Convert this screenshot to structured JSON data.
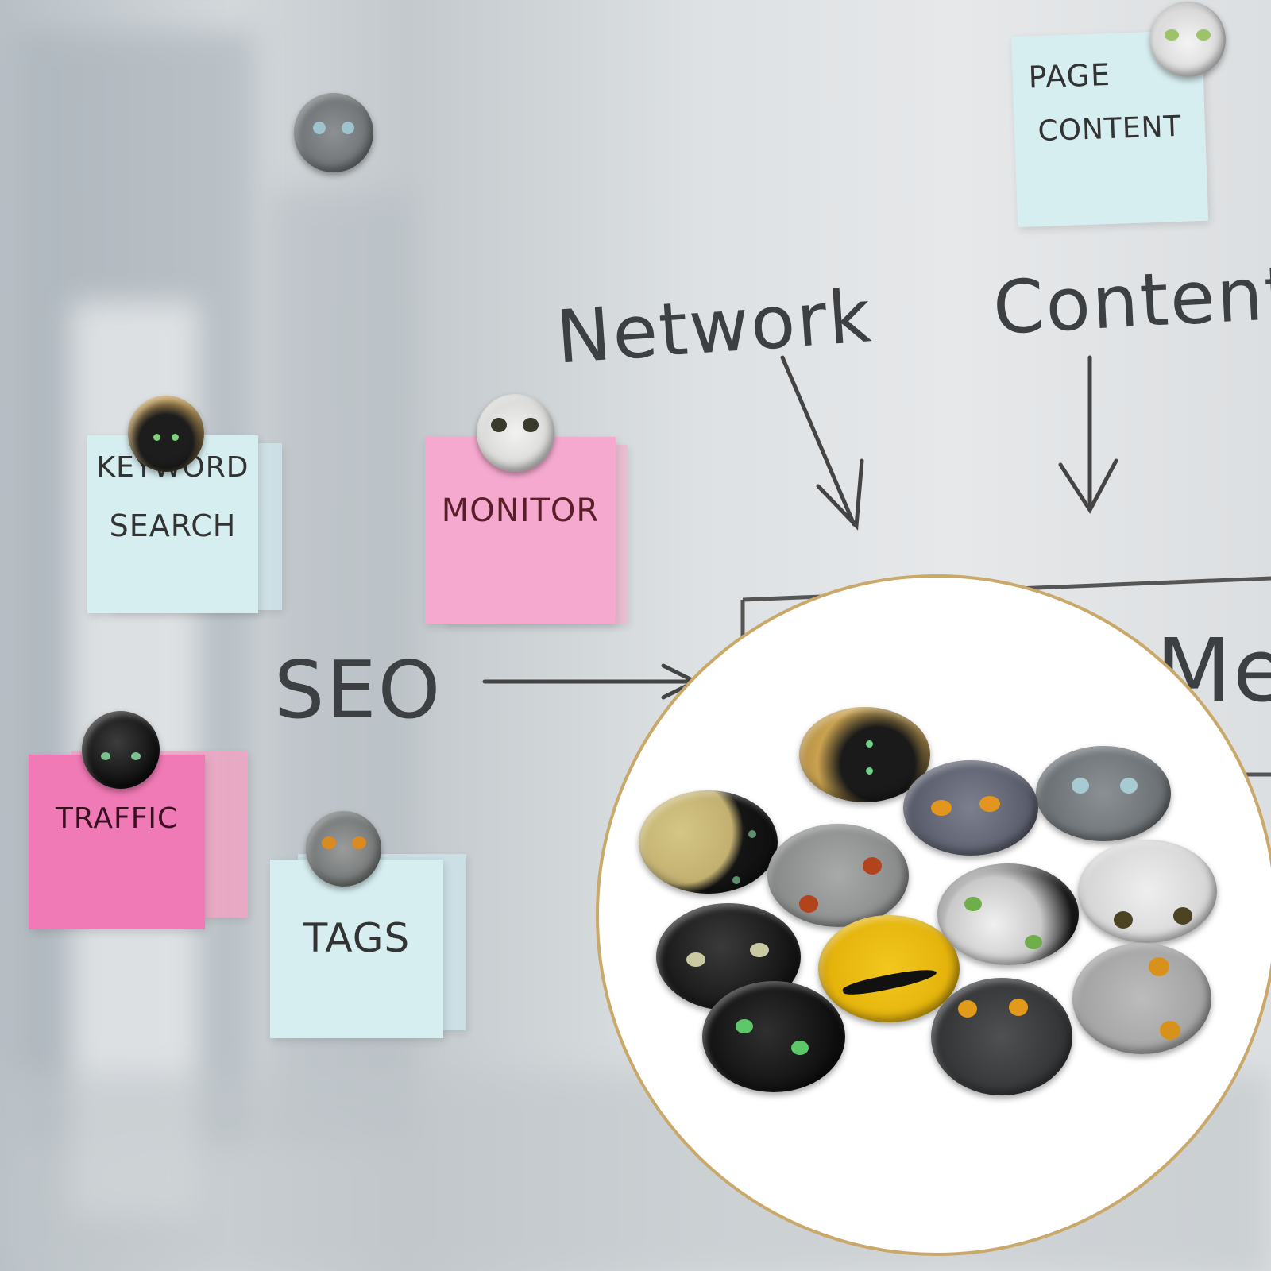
{
  "whiteboard": {
    "words": {
      "network": "Network",
      "content": "Content",
      "seo": "SEO",
      "partial": "Mec"
    }
  },
  "notes": {
    "page_content_line1": "PAGE",
    "page_content_line2": "CONTENT",
    "keyword_line1": "KEYWORD",
    "keyword_line2": "SEARCH",
    "monitor": "MONITOR",
    "traffic": "TRAFFIC",
    "tags": "TAGS"
  },
  "colors": {
    "note_blue": "#d7eef1",
    "note_pink": "#f5a9cf",
    "note_hot_pink": "#f07ab5",
    "inset_border": "#c9a86a",
    "marker": "#3d4042"
  },
  "product": {
    "magnet_count": 12,
    "designs": [
      "black-cat-yellow",
      "grey-cat-orange-eyes",
      "grey-cat-blue-eyes",
      "black-yellow-moon",
      "grey-cat-upside-down",
      "white-cat-green-eyes",
      "white-cat-upside-down",
      "black-cat-eyes",
      "black-bird-yellow",
      "grey-cat-yellow-eyes",
      "black-cat-green-eyes",
      "dark-grey-cat-orange-eyes"
    ]
  }
}
